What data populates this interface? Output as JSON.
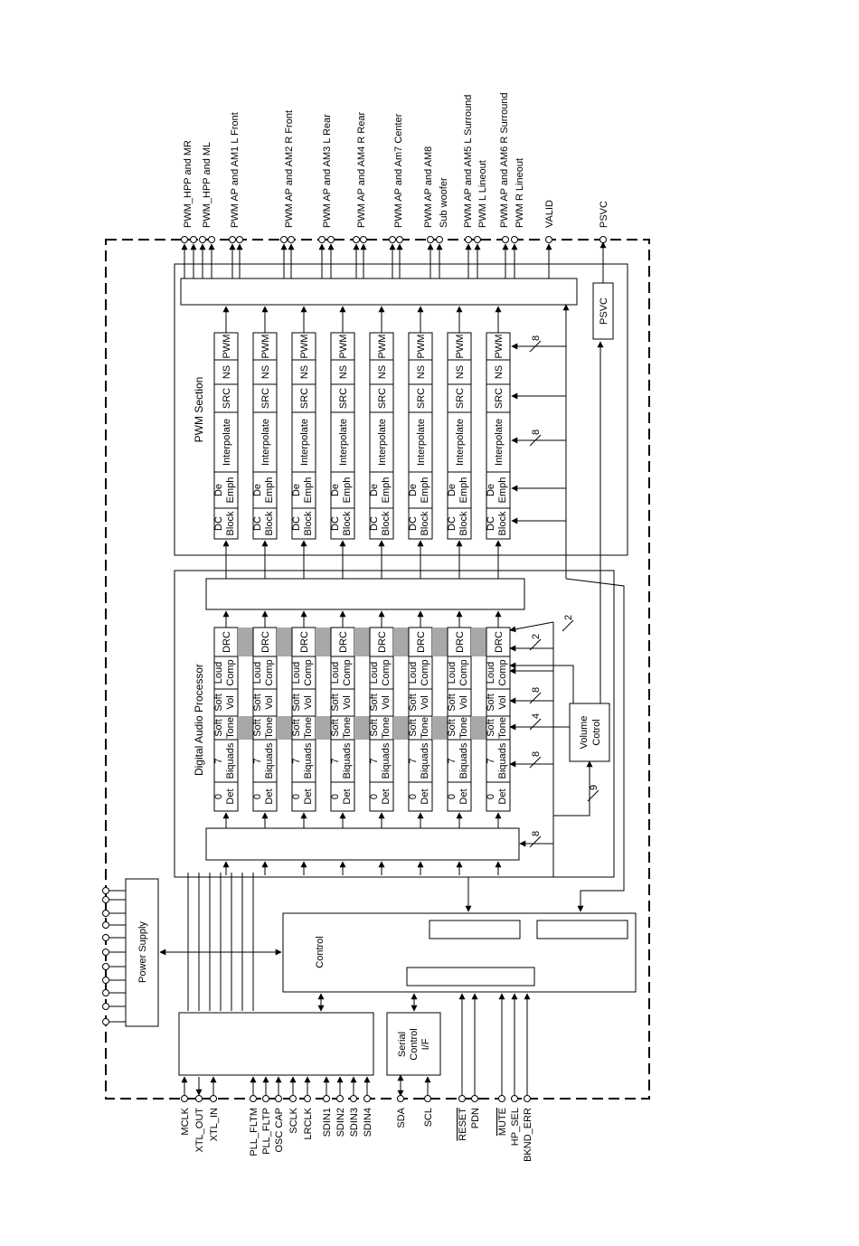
{
  "output_pins": [
    {
      "label": "PWM_HPP and MR"
    },
    {
      "label": "PWM_HPP and ML"
    },
    {
      "label": "PWM AP and AM1 L Front"
    },
    {
      "label": "PWM AP and AM2 R Front"
    },
    {
      "label": "PWM AP and AM3 L Rear"
    },
    {
      "label": "PWM AP and AM4 R Rear"
    },
    {
      "label": "PWM AP and Am7 Center"
    },
    {
      "label": "PWM AP and AM8"
    },
    {
      "label": "Sub woofer"
    },
    {
      "label": "PWM AP and AM5 L Surround"
    },
    {
      "label": "PWM L Lineout"
    },
    {
      "label": "PWM AP and AM6 R Surround"
    },
    {
      "label": "PWM R Lineout"
    },
    {
      "label": "VALID"
    },
    {
      "label": "PSVC"
    }
  ],
  "pwm_section": {
    "title": "PWM Section",
    "block_labels": [
      "DC Block",
      "De Emph",
      "Interpolate",
      "SRC",
      "NS",
      "PWM"
    ],
    "bus_widths": [
      "8",
      "8"
    ]
  },
  "dap_section": {
    "title": "Digital Audio Processor",
    "block_labels": [
      "0 Det",
      "7 Biquads",
      "Soft Tone",
      "Soft Vol",
      "Loud Comp",
      "DRC"
    ],
    "bus_widths": [
      "2",
      "2",
      "8",
      "4",
      "8",
      "9",
      "8"
    ]
  },
  "volume_control": "Volume Cotrol",
  "psvc_block": "PSVC",
  "control_block": "Control",
  "power_supply": "Power Supply",
  "serial_control": "Serial Control I/F",
  "input_pins": [
    {
      "label": "MCLK"
    },
    {
      "label": "XTL_OUT"
    },
    {
      "label": "XTL_IN"
    },
    {
      "label": "PLL_FLTM"
    },
    {
      "label": "PLL_FLTP"
    },
    {
      "label": "OSC CAP"
    },
    {
      "label": "SCLK"
    },
    {
      "label": "LRCLK"
    },
    {
      "label": "SDIN1"
    },
    {
      "label": "SDIN2"
    },
    {
      "label": "SDIN3"
    },
    {
      "label": "SDIN4"
    },
    {
      "label": "SDA"
    },
    {
      "label": "SCL"
    },
    {
      "label": "RESET",
      "overline": true
    },
    {
      "label": "PDN"
    },
    {
      "label": "MUTE",
      "overline": true
    },
    {
      "label": "HP_SEL"
    },
    {
      "label": "BKND_ERR"
    }
  ]
}
